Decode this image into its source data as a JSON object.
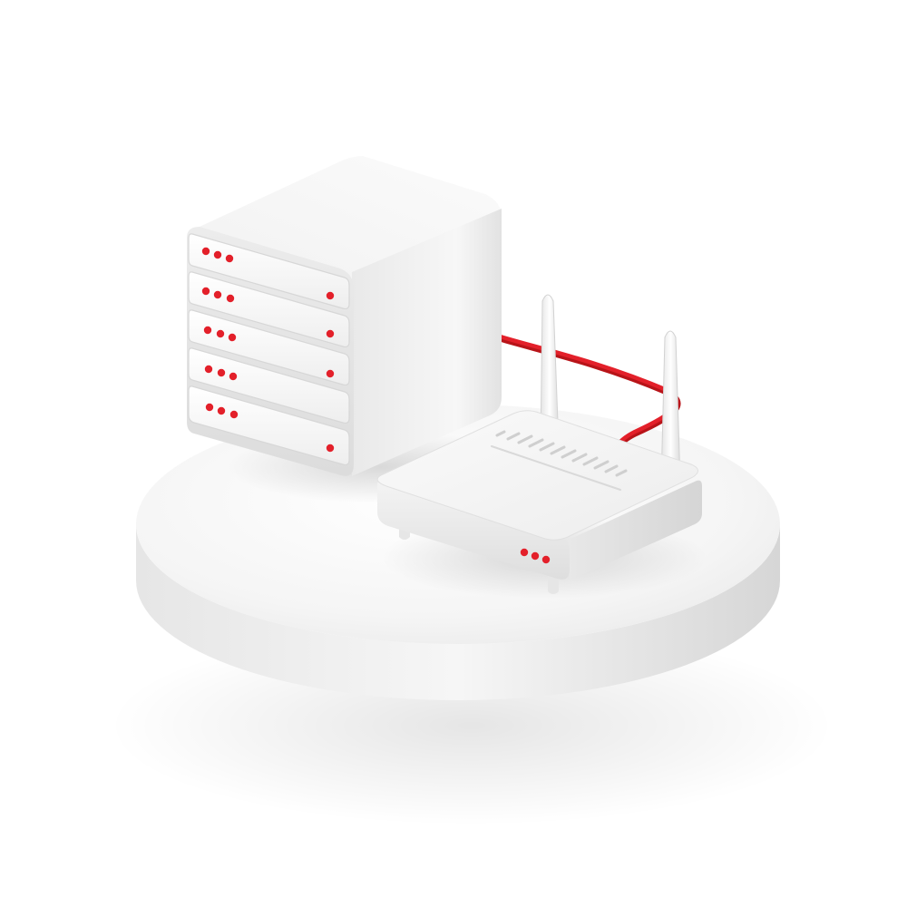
{
  "scene": {
    "background": "#ffffff",
    "objects": [
      "circular-platform",
      "server-rack",
      "wifi-router",
      "network-cable"
    ]
  },
  "colors": {
    "accent_red": "#e3202a",
    "device_white": "#f3f3f3",
    "device_shadow": "#c9c9c9",
    "platform_white": "#f7f7f7"
  },
  "server": {
    "drive_bays": 5,
    "indicator_leds_per_bay": 3,
    "status_leds": 4
  },
  "router": {
    "antennas": 2,
    "indicator_leds": 3
  }
}
